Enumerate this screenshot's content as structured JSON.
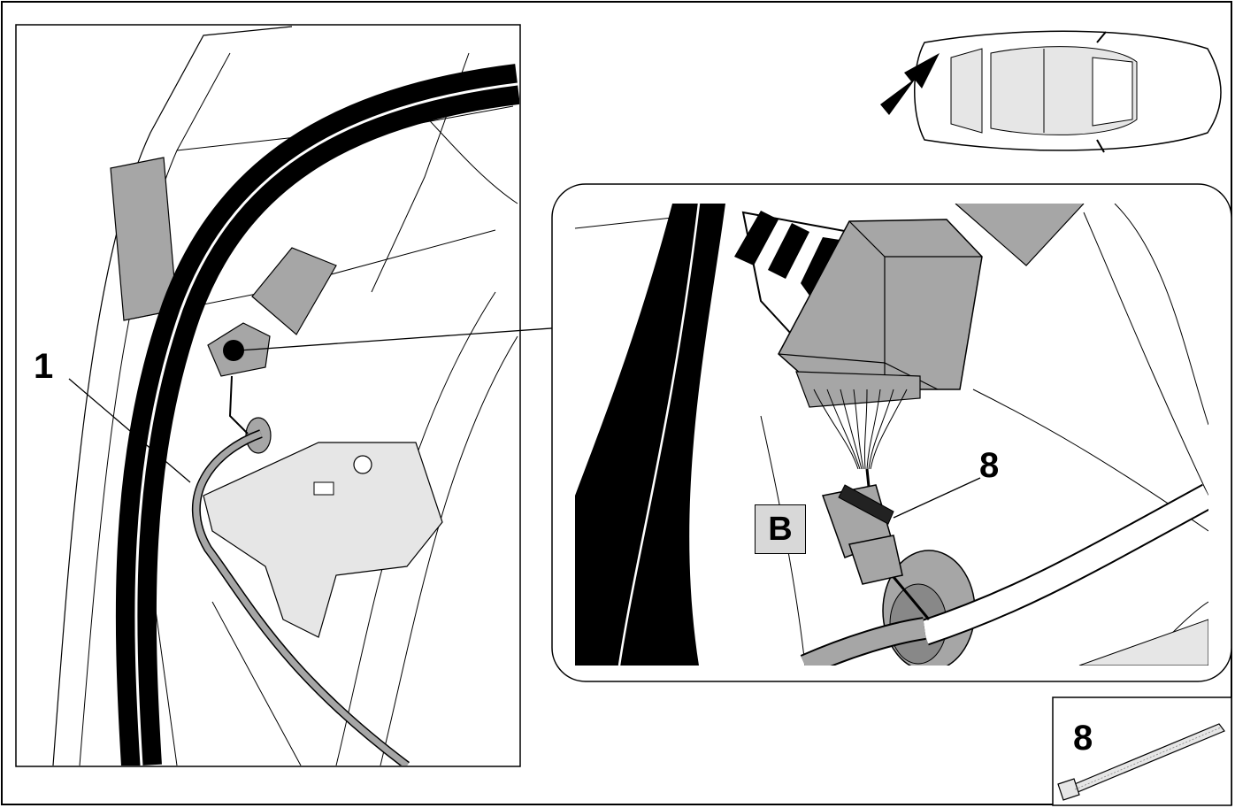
{
  "callouts": {
    "harness": "1",
    "cable_tie_detail": "8",
    "connector_detail": "B",
    "cable_tie_part": "8"
  },
  "colors": {
    "line": "#000000",
    "part_fill": "#a6a6a6",
    "panel_fill": "#e6e6e6",
    "label_box": "#d8d8d8"
  }
}
